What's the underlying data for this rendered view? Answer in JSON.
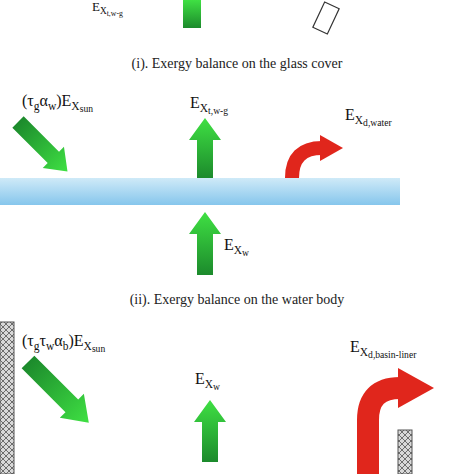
{
  "diagram": {
    "labels": [
      "EXt,w-g",
      "(i). Exergy balance on the glass cover",
      "(τgαw)EXsun",
      "EXt,w-g",
      "EXd,water",
      "EXw",
      "(ii). Exergy balance on the water body",
      "(τgτwαb)EXsun",
      "EXw",
      "EXd,basin-liner"
    ]
  }
}
